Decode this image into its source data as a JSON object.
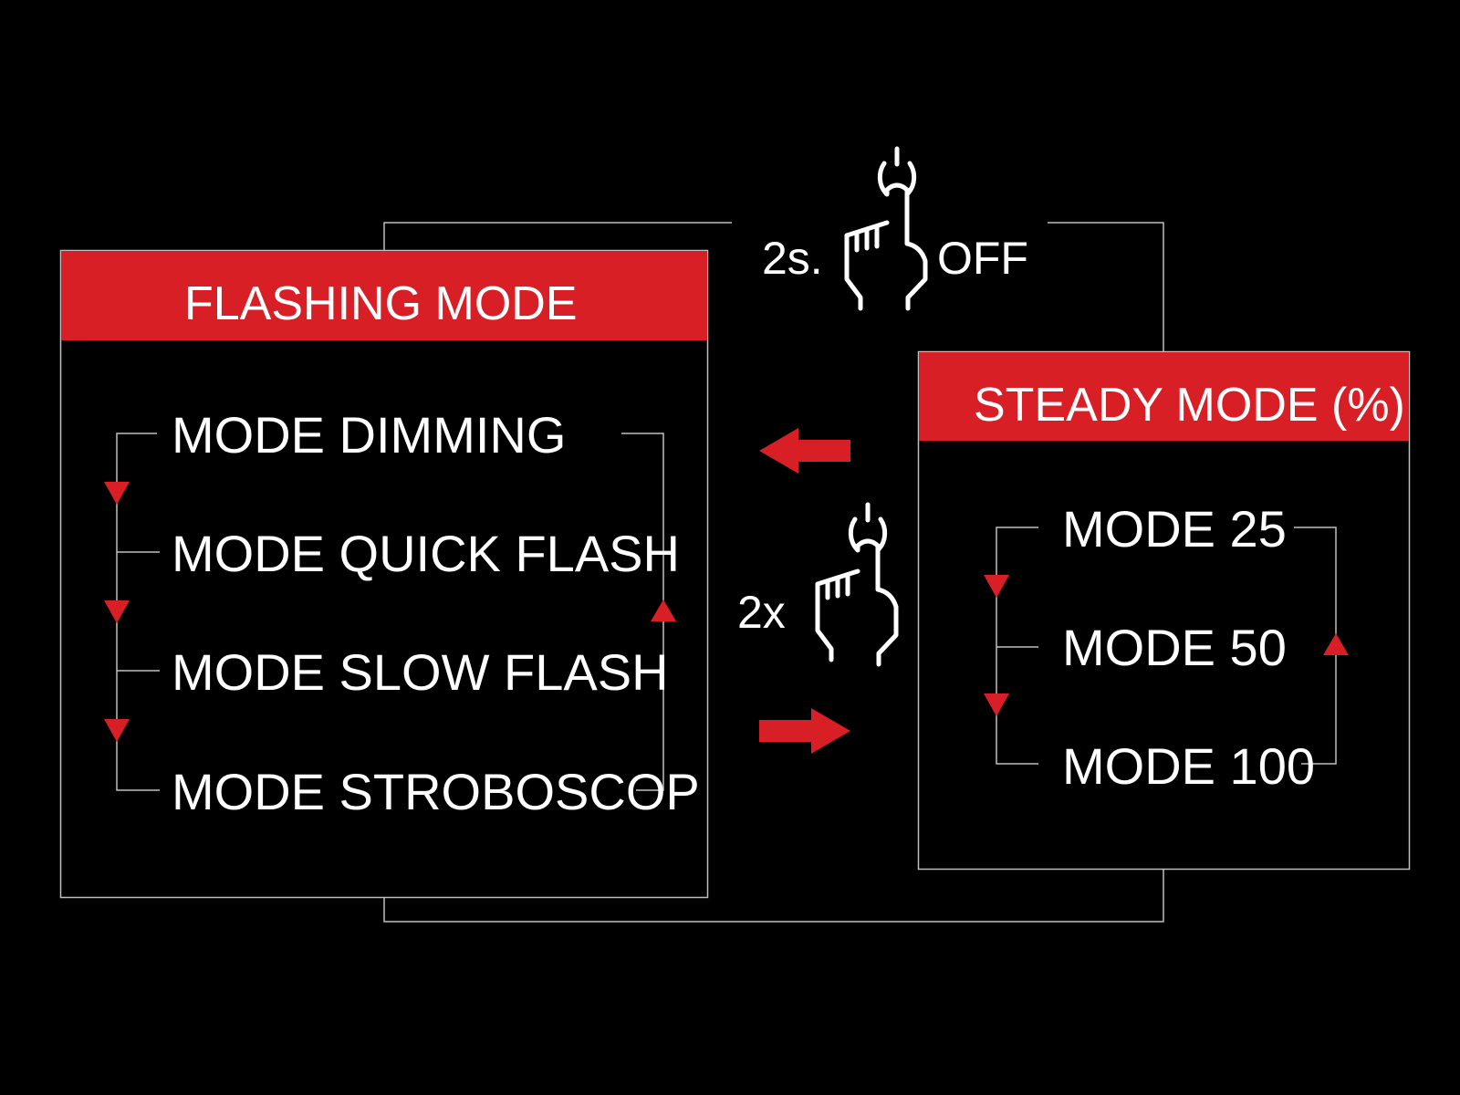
{
  "colors": {
    "background": "#000000",
    "accent": "#d81f26",
    "text": "#ffffff",
    "line": "#bfbfbf"
  },
  "flashing": {
    "title": "FLASHING MODE",
    "modes": [
      "MODE DIMMING",
      "MODE QUICK FLASH",
      "MODE SLOW FLASH",
      "MODE STROBOSCOP"
    ]
  },
  "steady": {
    "title": "STEADY MODE (%)",
    "modes": [
      "MODE 25",
      "MODE 50",
      "MODE 100"
    ]
  },
  "off_action": {
    "duration_label": "2s.",
    "result_label": "OFF",
    "icon": "hand-press-power-icon"
  },
  "switch_action": {
    "count_label": "2x",
    "icon": "hand-press-power-icon"
  }
}
